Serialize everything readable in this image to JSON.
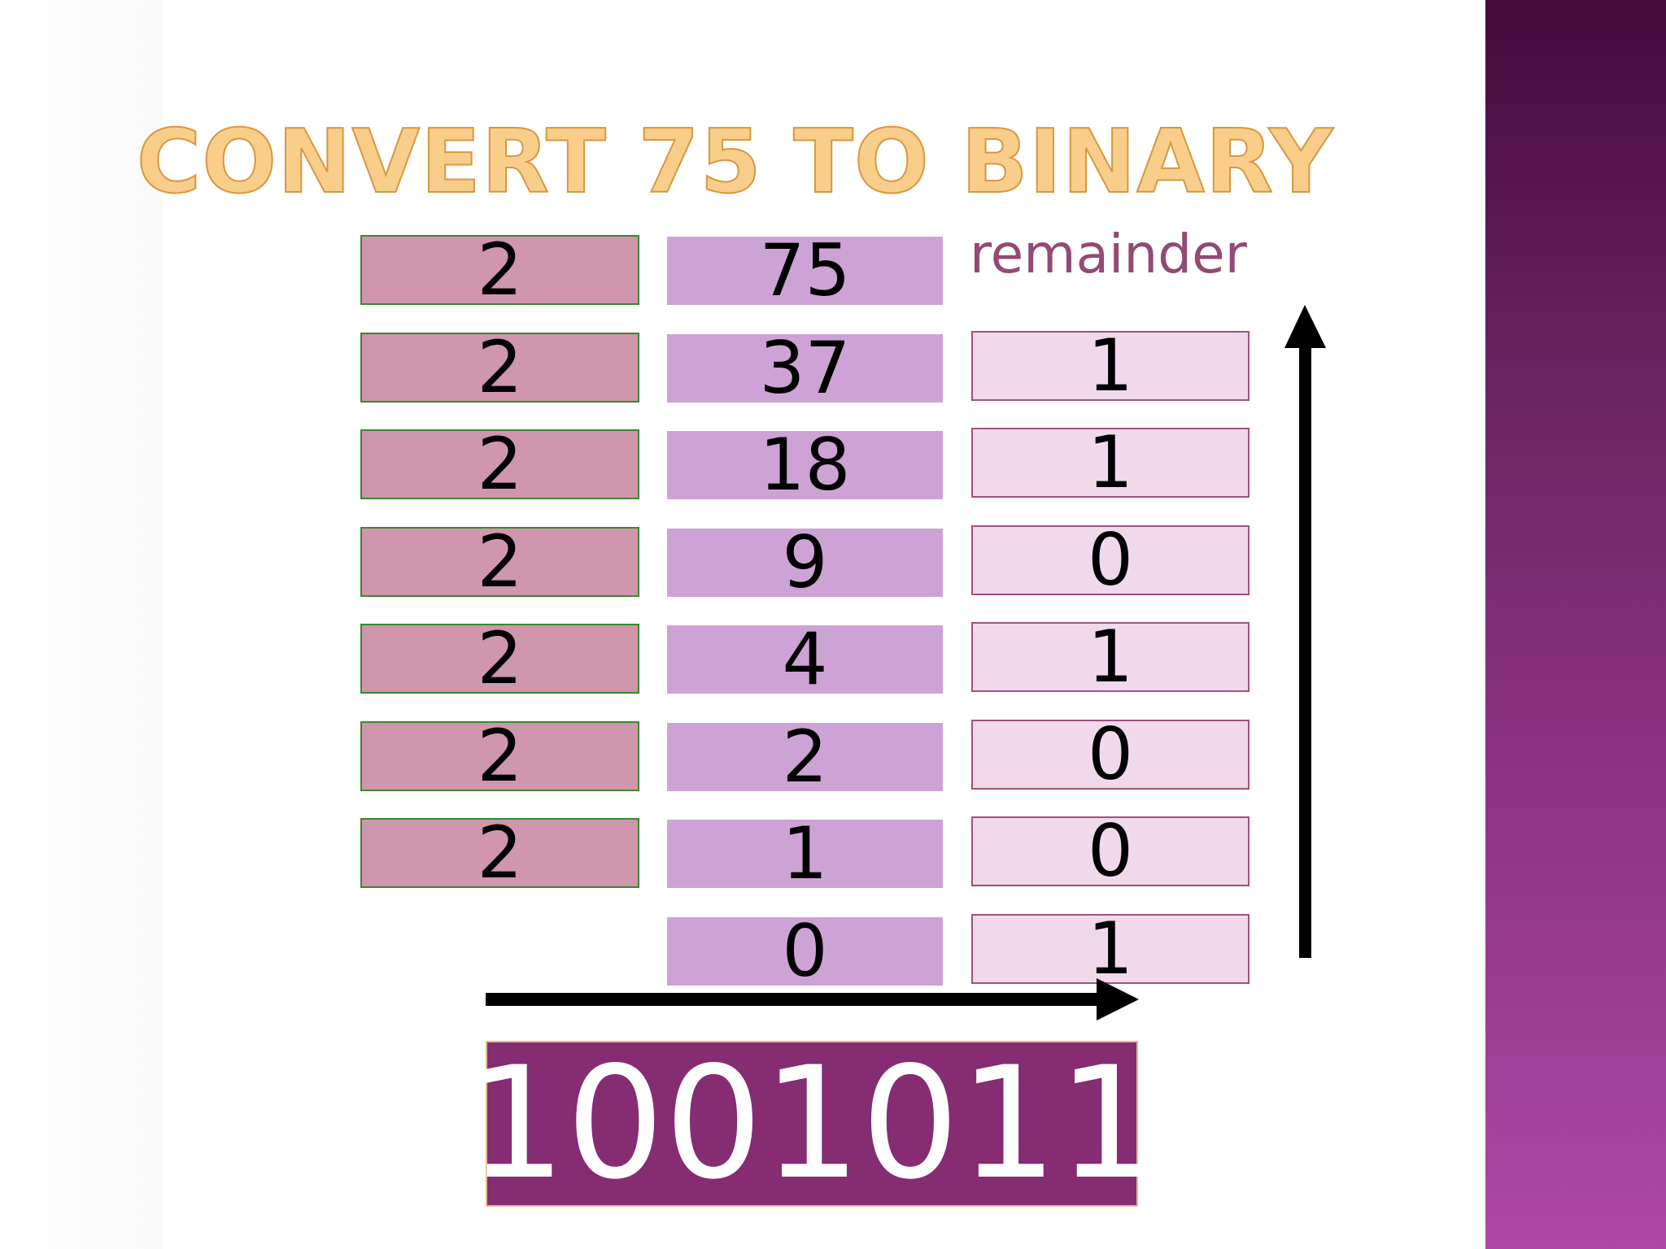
{
  "title": "CONVERT 75 TO BINARY",
  "remainder_label": "remainder",
  "divisors": [
    "2",
    "2",
    "2",
    "2",
    "2",
    "2",
    "2"
  ],
  "quotients": [
    "75",
    "37",
    "18",
    "9",
    "4",
    "2",
    "1",
    "0"
  ],
  "remainders": [
    "1",
    "1",
    "0",
    "1",
    "0",
    "0",
    "1"
  ],
  "result": "1001011",
  "colors": {
    "title_fill": "#f8ce8a",
    "divisor_fill": "#cf96ae",
    "quotient_fill": "#cda3d5",
    "remainder_fill": "#f1d9ec",
    "result_fill": "#852c73",
    "side_bar": "#8a3280"
  }
}
